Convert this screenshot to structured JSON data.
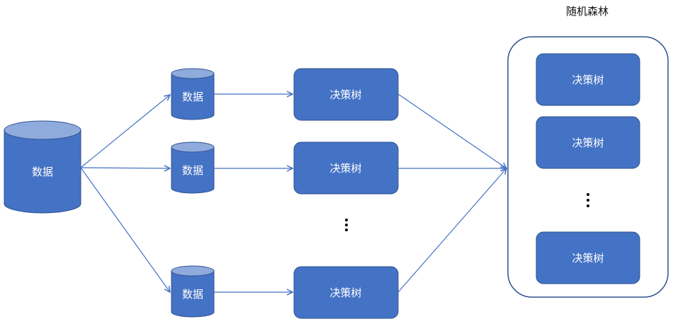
{
  "title": "随机森林",
  "source": {
    "label": "数据"
  },
  "samples": [
    {
      "label": "数据"
    },
    {
      "label": "数据"
    },
    {
      "label": "数据"
    }
  ],
  "trees": [
    {
      "label": "决策树"
    },
    {
      "label": "决策树"
    },
    {
      "label": "决策树"
    }
  ],
  "forest": {
    "trees": [
      {
        "label": "决策树"
      },
      {
        "label": "决策树"
      },
      {
        "label": "决策树"
      }
    ]
  },
  "colors": {
    "shape_fill": "#4472C4",
    "shape_top": "#8FAADC",
    "shape_stroke": "#2F528F",
    "arrow": "#4472C4",
    "container_stroke": "#2F528F",
    "ellipsis": "#000000"
  }
}
